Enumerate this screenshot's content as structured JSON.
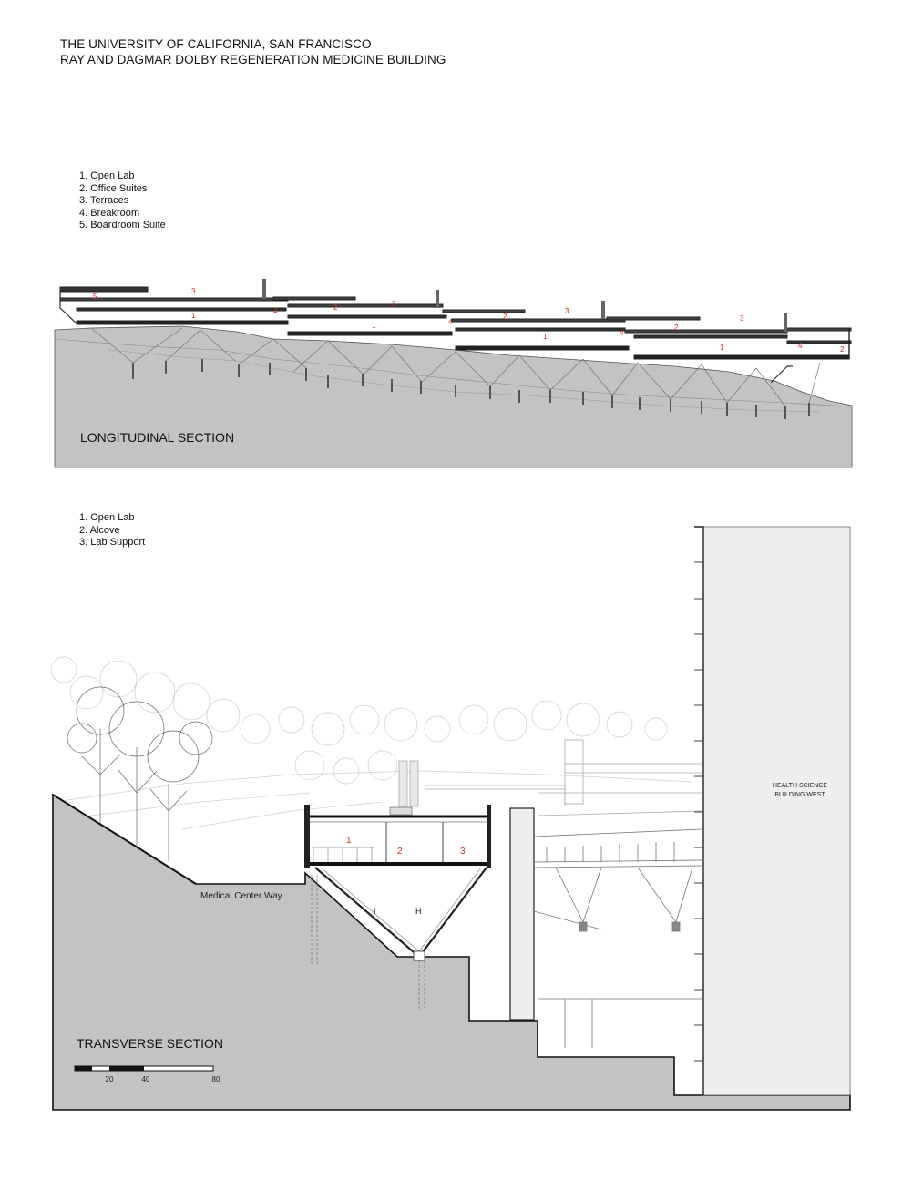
{
  "title": {
    "line1": "THE UNIVERSITY OF CALIFORNIA, SAN FRANCISCO",
    "line2": "RAY AND DAGMAR DOLBY REGENERATION MEDICINE BUILDING"
  },
  "longitudinal": {
    "legend": [
      "1. Open Lab",
      "2. Office Suites",
      "3. Terraces",
      "4. Breakroom",
      "5. Boardroom Suite"
    ],
    "section_label": "LONGITUDINAL SECTION",
    "space_numbers": [
      "5",
      "3",
      "1",
      "4",
      "2",
      "3",
      "1",
      "4",
      "2",
      "3",
      "1",
      "4",
      "2",
      "3",
      "1",
      "4",
      "2"
    ]
  },
  "transverse": {
    "legend": [
      "1. Open Lab",
      "2. Alcove",
      "3. Lab Support"
    ],
    "section_label": "TRANSVERSE SECTION",
    "space_numbers": [
      "1",
      "2",
      "3"
    ],
    "street_label": "Medical Center Way",
    "building_label_line1": "HEALTH SCIENCE",
    "building_label_line2": "BUILDING WEST",
    "scale_ticks": [
      "20",
      "40",
      "80"
    ]
  },
  "colors": {
    "ground": "#c3c3c3",
    "section_cut": "#111111",
    "space_number": "#d82a20",
    "building": "#eeeeee"
  }
}
